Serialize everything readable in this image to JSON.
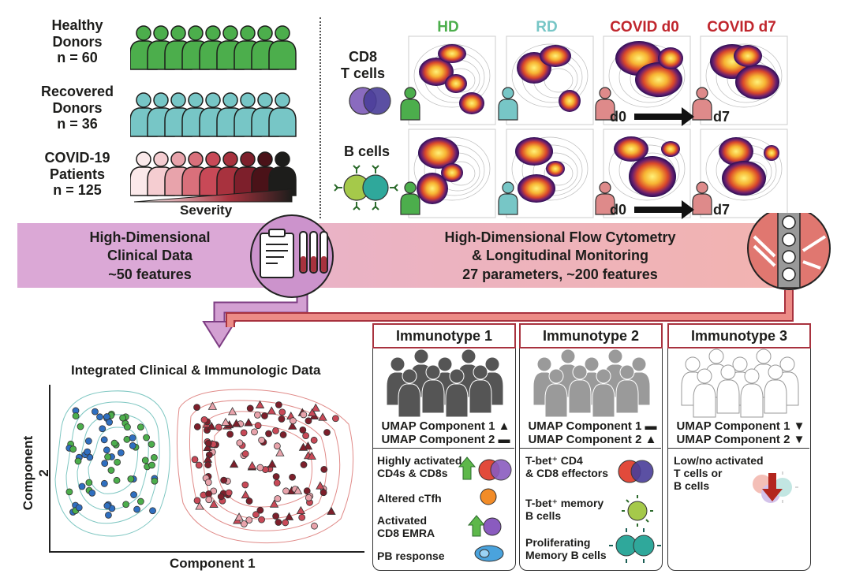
{
  "cohorts": [
    {
      "label_lines": [
        "Healthy",
        "Donors",
        "n = 60"
      ],
      "color": "#4cae4c"
    },
    {
      "label_lines": [
        "Recovered",
        "Donors",
        "n = 36"
      ],
      "color": "#77c6c6"
    },
    {
      "label_lines": [
        "COVID-19",
        "Patients",
        "n = 125"
      ],
      "color": "#8b1a2b"
    }
  ],
  "severity_label": "Severity",
  "flow_columns": [
    {
      "label": "HD",
      "color": "#4cae4c"
    },
    {
      "label": "RD",
      "color": "#77c6c6"
    },
    {
      "label": "COVID d0",
      "color": "#c0262d"
    },
    {
      "label": "COVID d7",
      "color": "#c0262d"
    }
  ],
  "flow_rows": [
    {
      "label_lines": [
        "CD8",
        "T cells"
      ]
    },
    {
      "label_lines": [
        "B cells"
      ]
    }
  ],
  "timepoints": {
    "start": "d0",
    "end": "d7"
  },
  "band": {
    "left_lines": [
      "High-Dimensional",
      "Clinical Data",
      "~50 features"
    ],
    "right_lines": [
      "High-Dimensional Flow Cytometry",
      "& Longitudinal Monitoring",
      "27 parameters, ~200 features"
    ]
  },
  "integrated": {
    "title": "Integrated Clinical & Immunologic Data",
    "xlabel": "Component 1",
    "ylabel": "Component 2"
  },
  "immunotypes": [
    {
      "title": "Immunotype 1",
      "umap": [
        "UMAP Component 1 ▲",
        "UMAP Component 2 ▬"
      ],
      "features": [
        {
          "lines": [
            "Highly activated",
            "CD4s & CD8s"
          ]
        },
        {
          "lines": [
            "Altered cTfh"
          ]
        },
        {
          "lines": [
            "Activated",
            "CD8 EMRA"
          ]
        },
        {
          "lines": [
            "PB response"
          ]
        }
      ]
    },
    {
      "title": "Immunotype 2",
      "umap": [
        "UMAP Component 1 ▬",
        "UMAP Component 2 ▲"
      ],
      "features": [
        {
          "lines": [
            "T-bet⁺ CD4",
            "& CD8 effectors"
          ]
        },
        {
          "lines": [
            "T-bet⁺ memory",
            "B cells"
          ]
        },
        {
          "lines": [
            "Proliferating",
            "Memory B cells"
          ]
        }
      ]
    },
    {
      "title": "Immunotype 3",
      "umap": [
        "UMAP Component 1 ▼",
        "UMAP Component 2 ▼"
      ],
      "features": [
        {
          "lines": [
            "Low/no activated",
            "T cells or",
            "B cells"
          ]
        }
      ]
    }
  ],
  "colors": {
    "band_left": "#dba8d6",
    "band_right": "#f2b3b0",
    "accent_red": "#a8323e",
    "healthy_green": "#4cae4c",
    "recovered_teal": "#77c6c6",
    "covid_red": "#c0262d"
  }
}
